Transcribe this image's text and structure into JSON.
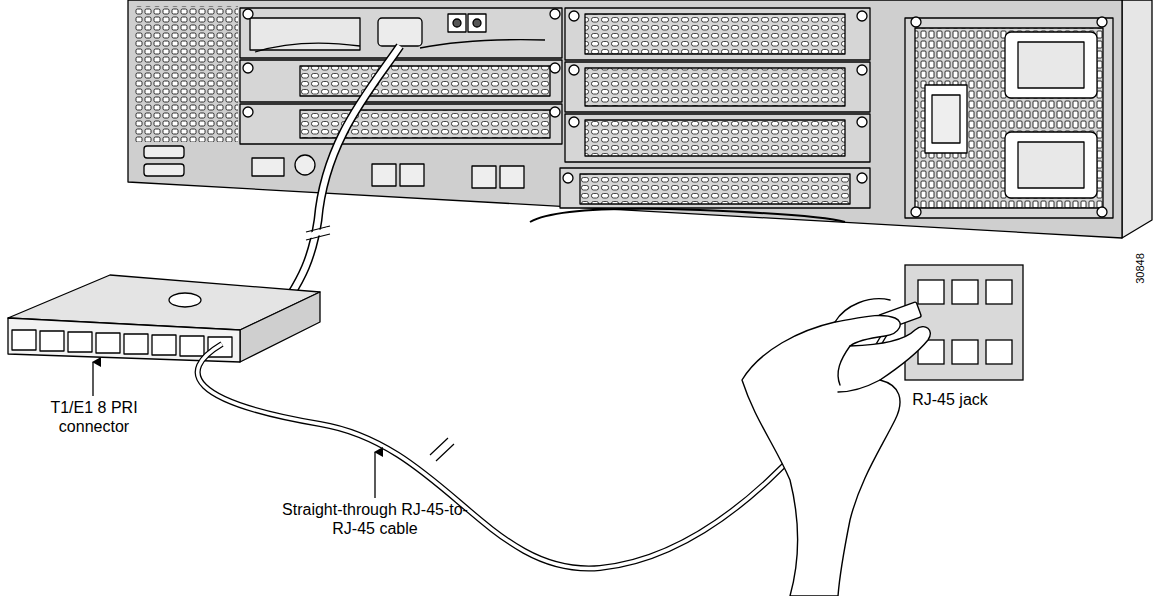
{
  "diagram": {
    "labels": [
      "T1/E1 8 PRI connector",
      "Straight-through RJ-45-to-RJ-45 cable",
      "RJ-45 jack",
      "30848"
    ]
  }
}
